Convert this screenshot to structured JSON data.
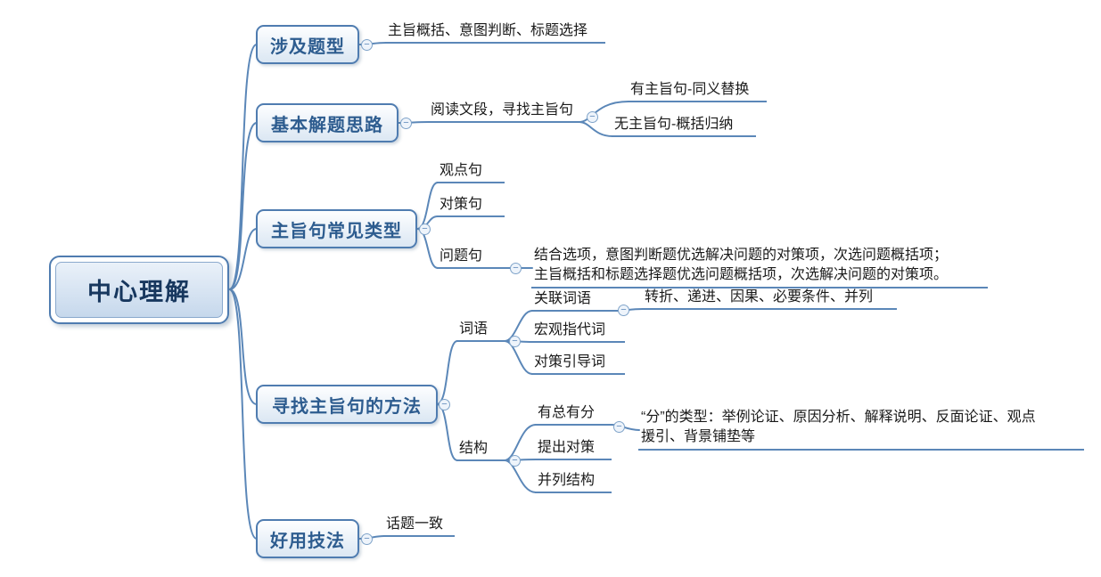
{
  "root": {
    "label": "中心理解"
  },
  "branches": [
    {
      "label": "涉及题型",
      "children": [
        {
          "label": "主旨概括、意图判断、标题选择"
        }
      ]
    },
    {
      "label": "基本解题思路",
      "children": [
        {
          "label": "阅读文段，寻找主旨句",
          "children": [
            {
              "label": "有主旨句-同义替换"
            },
            {
              "label": "无主旨句-概括归纳"
            }
          ]
        }
      ]
    },
    {
      "label": "主旨句常见类型",
      "children": [
        {
          "label": "观点句"
        },
        {
          "label": "对策句"
        },
        {
          "label": "问题句",
          "children": [
            {
              "label": "结合选项，意图判断题优选解决问题的对策项，次选问题概括项；\n主旨概括和标题选择题优选问题概括项，次选解决问题的对策项。"
            }
          ]
        }
      ]
    },
    {
      "label": "寻找主旨句的方法",
      "children": [
        {
          "label": "词语",
          "children": [
            {
              "label": "关联词语",
              "children": [
                {
                  "label": "转折、递进、因果、必要条件、并列"
                }
              ]
            },
            {
              "label": "宏观指代词"
            },
            {
              "label": "对策引导词"
            }
          ]
        },
        {
          "label": "结构",
          "children": [
            {
              "label": "有总有分",
              "children": [
                {
                  "label": "“分”的类型：举例论证、原因分析、解释说明、反面论证、观点\n援引、背景铺垫等"
                }
              ]
            },
            {
              "label": "提出对策"
            },
            {
              "label": "并列结构"
            }
          ]
        }
      ]
    },
    {
      "label": "好用技法",
      "children": [
        {
          "label": "话题一致"
        }
      ]
    }
  ],
  "ui": {
    "collapse_glyph": "−"
  },
  "colors": {
    "line": "#5b87b8",
    "node_border": "#4f7cb0",
    "node_text": "#2d5c8f",
    "root_text": "#17375e",
    "root_fill": "#c6d8ec"
  }
}
